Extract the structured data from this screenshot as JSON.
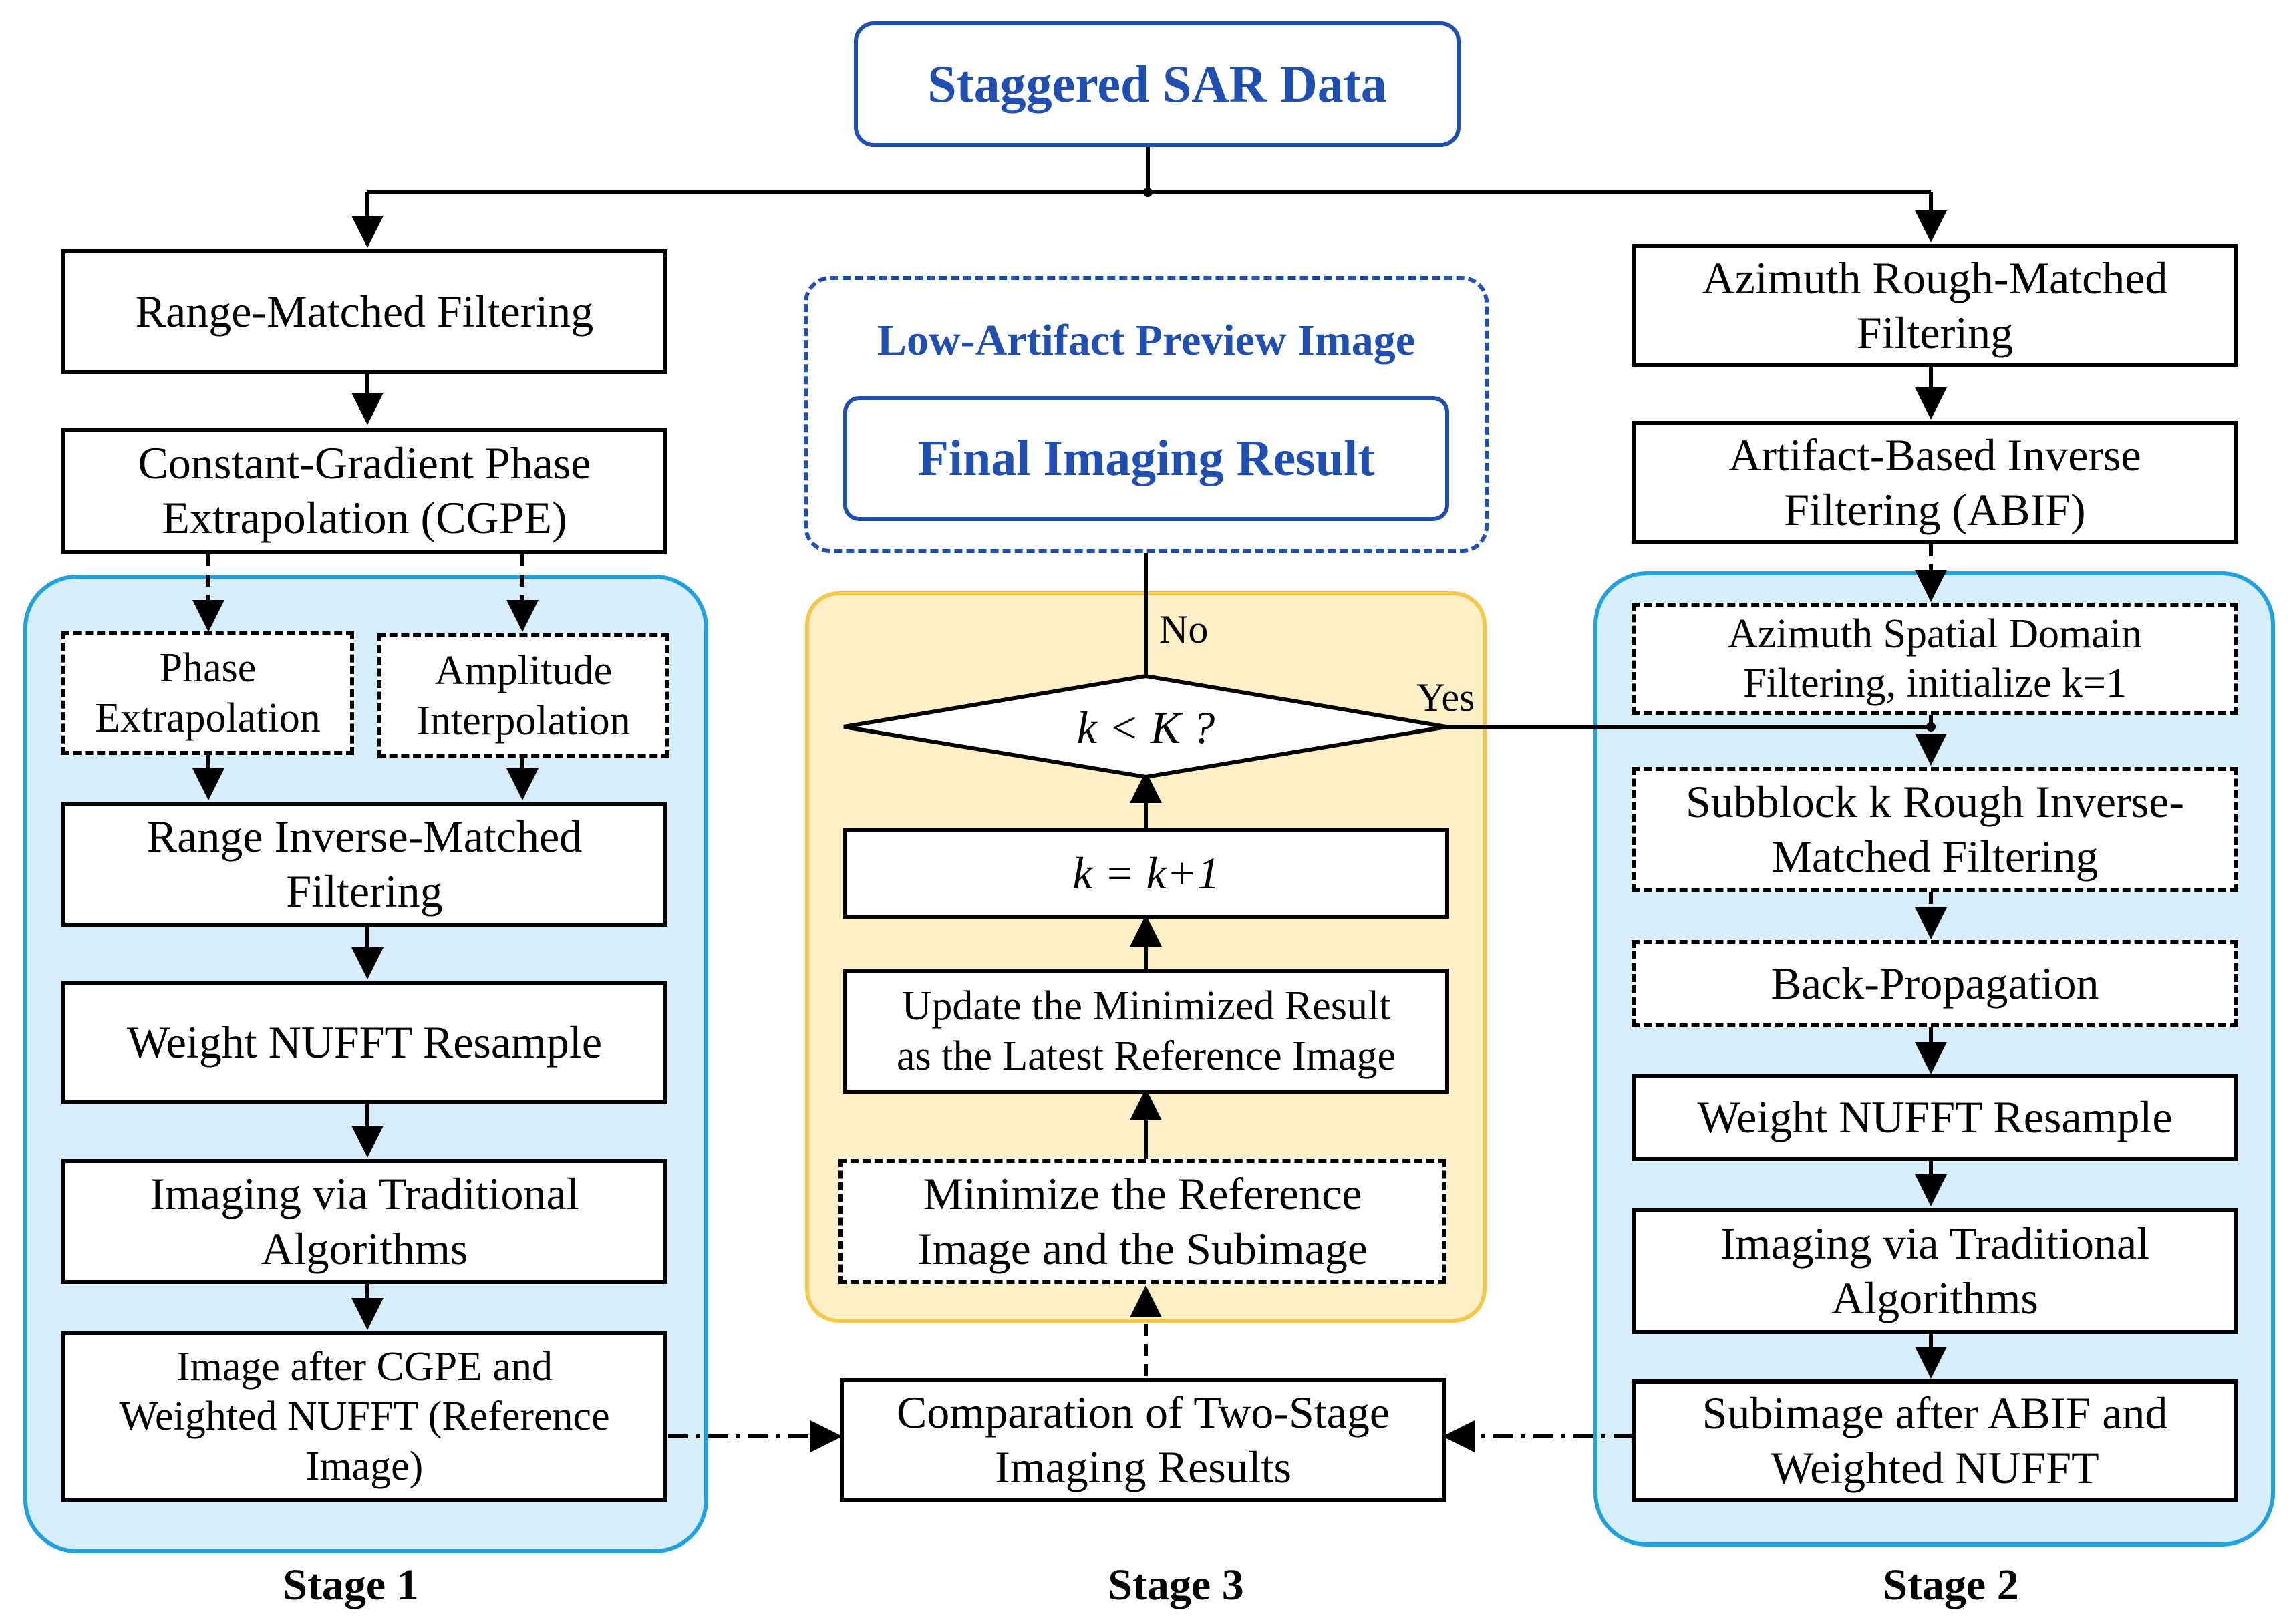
{
  "top": {
    "title": "Staggered SAR Data"
  },
  "stage1": {
    "label": "Stage 1",
    "range_matched": "Range-Matched Filtering",
    "cgpe": "Constant-Gradient Phase\nExtrapolation (CGPE)",
    "phase_extrapolation": "Phase\nExtrapolation",
    "amplitude_interpolation": "Amplitude\nInterpolation",
    "range_inverse": "Range Inverse-Matched\nFiltering",
    "weight_nufft": "Weight NUFFT Resample",
    "imaging": "Imaging via Traditional\nAlgorithms",
    "reference_image": "Image after CGPE and\nWeighted NUFFT (Reference\nImage)"
  },
  "stage2": {
    "label": "Stage 2",
    "azimuth_rough": "Azimuth Rough-Matched\nFiltering",
    "abif": "Artifact-Based Inverse\nFiltering (ABIF)",
    "spatial_filtering": "Azimuth Spatial Domain\nFiltering, initialize k=1",
    "subblock": "Subblock k Rough Inverse-\nMatched Filtering",
    "back_propagation": "Back-Propagation",
    "weight_nufft": "Weight NUFFT Resample",
    "imaging": "Imaging via Traditional\nAlgorithms",
    "subimage": "Subimage after ABIF and\nWeighted NUFFT"
  },
  "stage3": {
    "label": "Stage 3",
    "preview_title": "Low-Artifact Preview Image",
    "final_result": "Final Imaging Result",
    "decision": "k < K ?",
    "yes_label": "Yes",
    "no_label": "No",
    "increment": "k = k+1",
    "update": "Update the Minimized Result\nas the Latest Reference Image",
    "minimize": "Minimize the Reference\nImage and the Subimage",
    "comparison": "Comparation of Two-Stage\nImaging Results"
  },
  "colors": {
    "title_blue": "#1f4fb4",
    "panel_blue_fill": "#d7eefa",
    "panel_blue_border": "#1ea2e0",
    "panel_yellow_fill": "#fdf0c6",
    "panel_yellow_border": "#f5c84a"
  }
}
